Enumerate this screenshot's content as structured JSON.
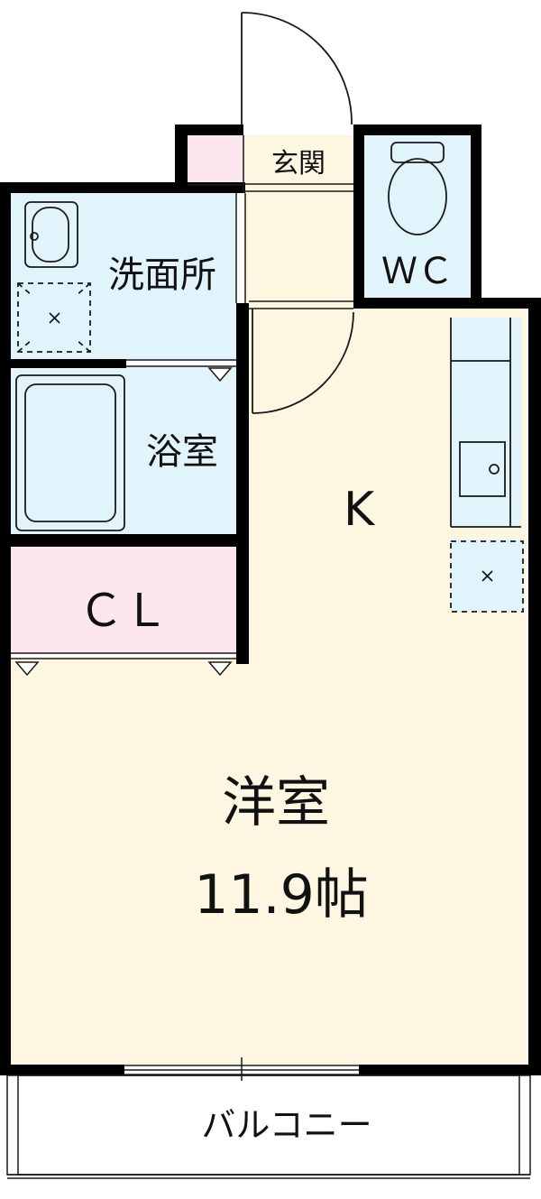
{
  "labels": {
    "entrance": "玄関",
    "toilet": "ＷＣ",
    "washroom": "洗面所",
    "bathroom": "浴室",
    "kitchen": "K",
    "closet": "ＣＬ",
    "main_room_name": "洋室",
    "main_room_size": "11.9帖",
    "balcony": "バルコニー"
  },
  "colors": {
    "room_floor": "#fdf7e1",
    "wet_area": "#e1f4fb",
    "closet": "#fde6ed",
    "wall": "#000000",
    "fixture_line": "#1a1a1a"
  }
}
